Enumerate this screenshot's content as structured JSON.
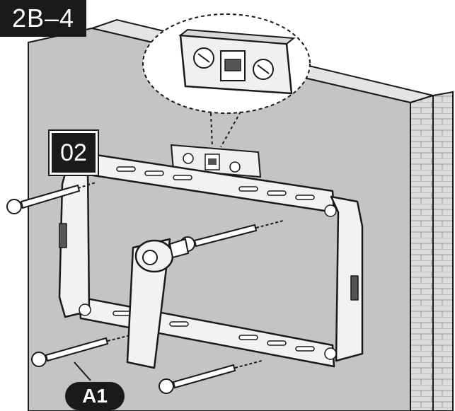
{
  "step_label": "2B–4",
  "part_label_level": "02",
  "part_label_screws": "A1",
  "colors": {
    "wall_face": "#c4c4c4",
    "wall_top": "#e4e4e4",
    "brick_side": "#dcdcdc",
    "outline": "#1a1a1a",
    "bracket": "#f2f2f2",
    "label_bg": "#1a1a1a",
    "label_text": "#ffffff"
  },
  "icons": [
    "spirit-level-icon",
    "wrench-icon",
    "screw-icon",
    "wall-bracket-icon",
    "brick-wall-icon"
  ]
}
